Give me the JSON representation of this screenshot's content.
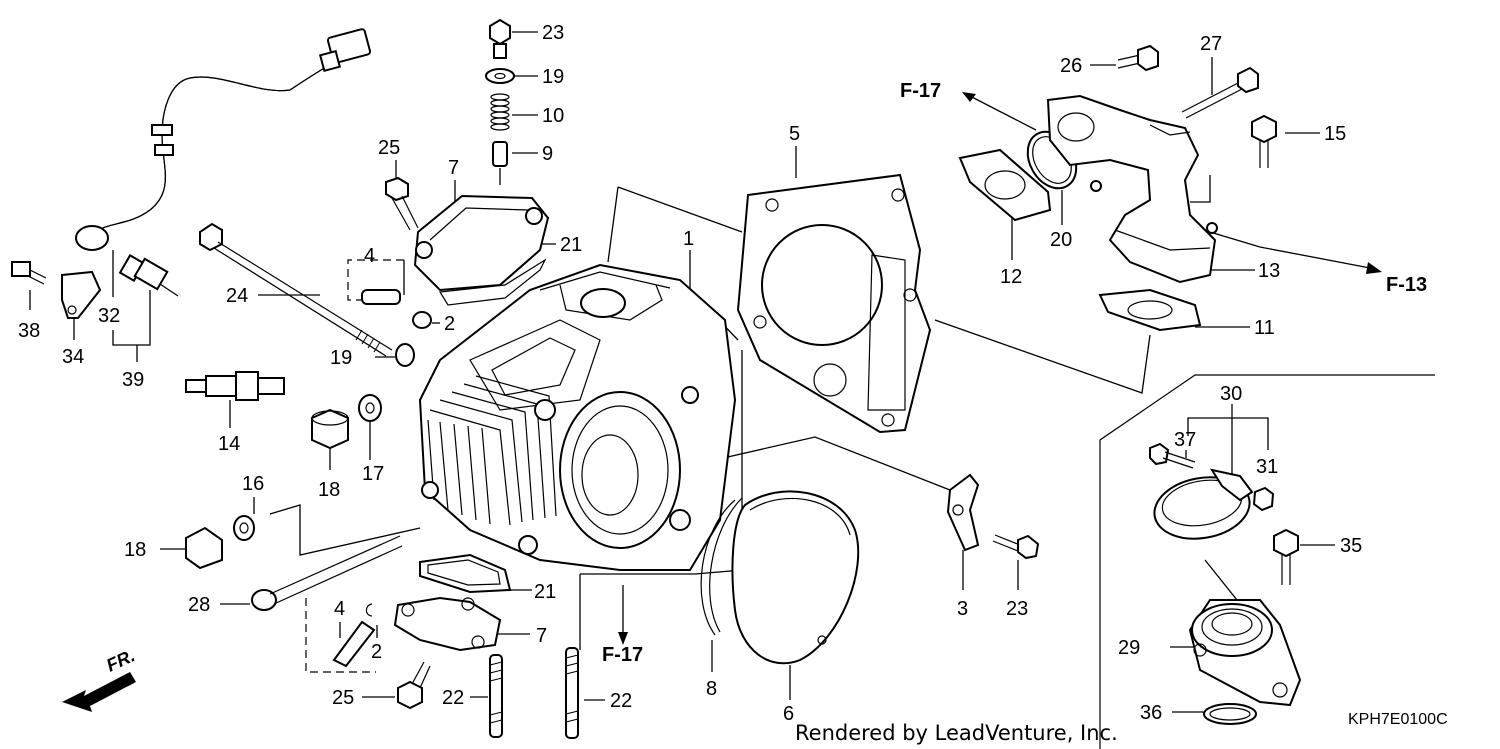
{
  "callouts": {
    "c1": "1",
    "c2a": "2",
    "c2b": "2",
    "c3": "3",
    "c4a": "4",
    "c4b": "4",
    "c5": "5",
    "c6": "6",
    "c7a": "7",
    "c7b": "7",
    "c8": "8",
    "c9": "9",
    "c10": "10",
    "c11": "11",
    "c12": "12",
    "c13": "13",
    "c14": "14",
    "c15": "15",
    "c16": "16",
    "c17": "17",
    "c18a": "18",
    "c18b": "18",
    "c19a": "19",
    "c19b": "19",
    "c20": "20",
    "c21a": "21",
    "c21b": "21",
    "c22a": "22",
    "c22b": "22",
    "c23a": "23",
    "c23b": "23",
    "c24": "24",
    "c25a": "25",
    "c25b": "25",
    "c26": "26",
    "c27": "27",
    "c28": "28",
    "c29": "29",
    "c30": "30",
    "c31": "31",
    "c32": "32",
    "c34": "34",
    "c35": "35",
    "c36": "36",
    "c37": "37",
    "c38": "38",
    "c39": "39"
  },
  "refs": {
    "f17_top": "F-17",
    "f17_bottom": "F-17",
    "f13": "F-13"
  },
  "direction": "FR.",
  "credit": "Rendered by LeadVenture, Inc.",
  "diagram_code": "KPH7E0100C"
}
